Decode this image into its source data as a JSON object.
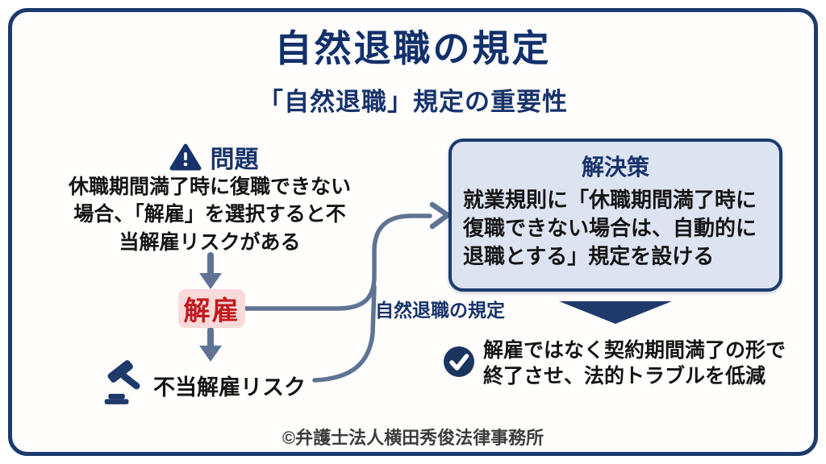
{
  "colors": {
    "navy": "#17336b",
    "frame_border": "#1d3a6e",
    "slate_arrow": "#5f7494",
    "red_text": "#c01a1e",
    "red_background": "#f9dada",
    "solution_fill": "#dde4f1",
    "text_black": "#151515",
    "footer_gray": "#3d3d3d"
  },
  "title": "自然退職の規定",
  "subtitle": "「自然退職」規定の重要性",
  "problem": {
    "icon": "warning-triangle",
    "heading": "問題",
    "body": "休職期間満了時に復職できない\n場合、「解雇」を選択すると不\n当解雇リスクがある"
  },
  "dismissal": {
    "label": "解雇"
  },
  "risk": {
    "icon": "gavel",
    "label": "不当解雇リスク"
  },
  "flow_label": "自然退職の規定",
  "solution": {
    "heading": "解決策",
    "body": "就業規則に「休職期間満了時に\n復職できない場合は、自動的に\n退職とする」規定を設ける"
  },
  "result": {
    "icon": "check-circle",
    "text": "解雇ではなく契約期間満了の形で\n終了させ、法的トラブルを低減"
  },
  "footer": "©弁護士法人横田秀俊法律事務所"
}
